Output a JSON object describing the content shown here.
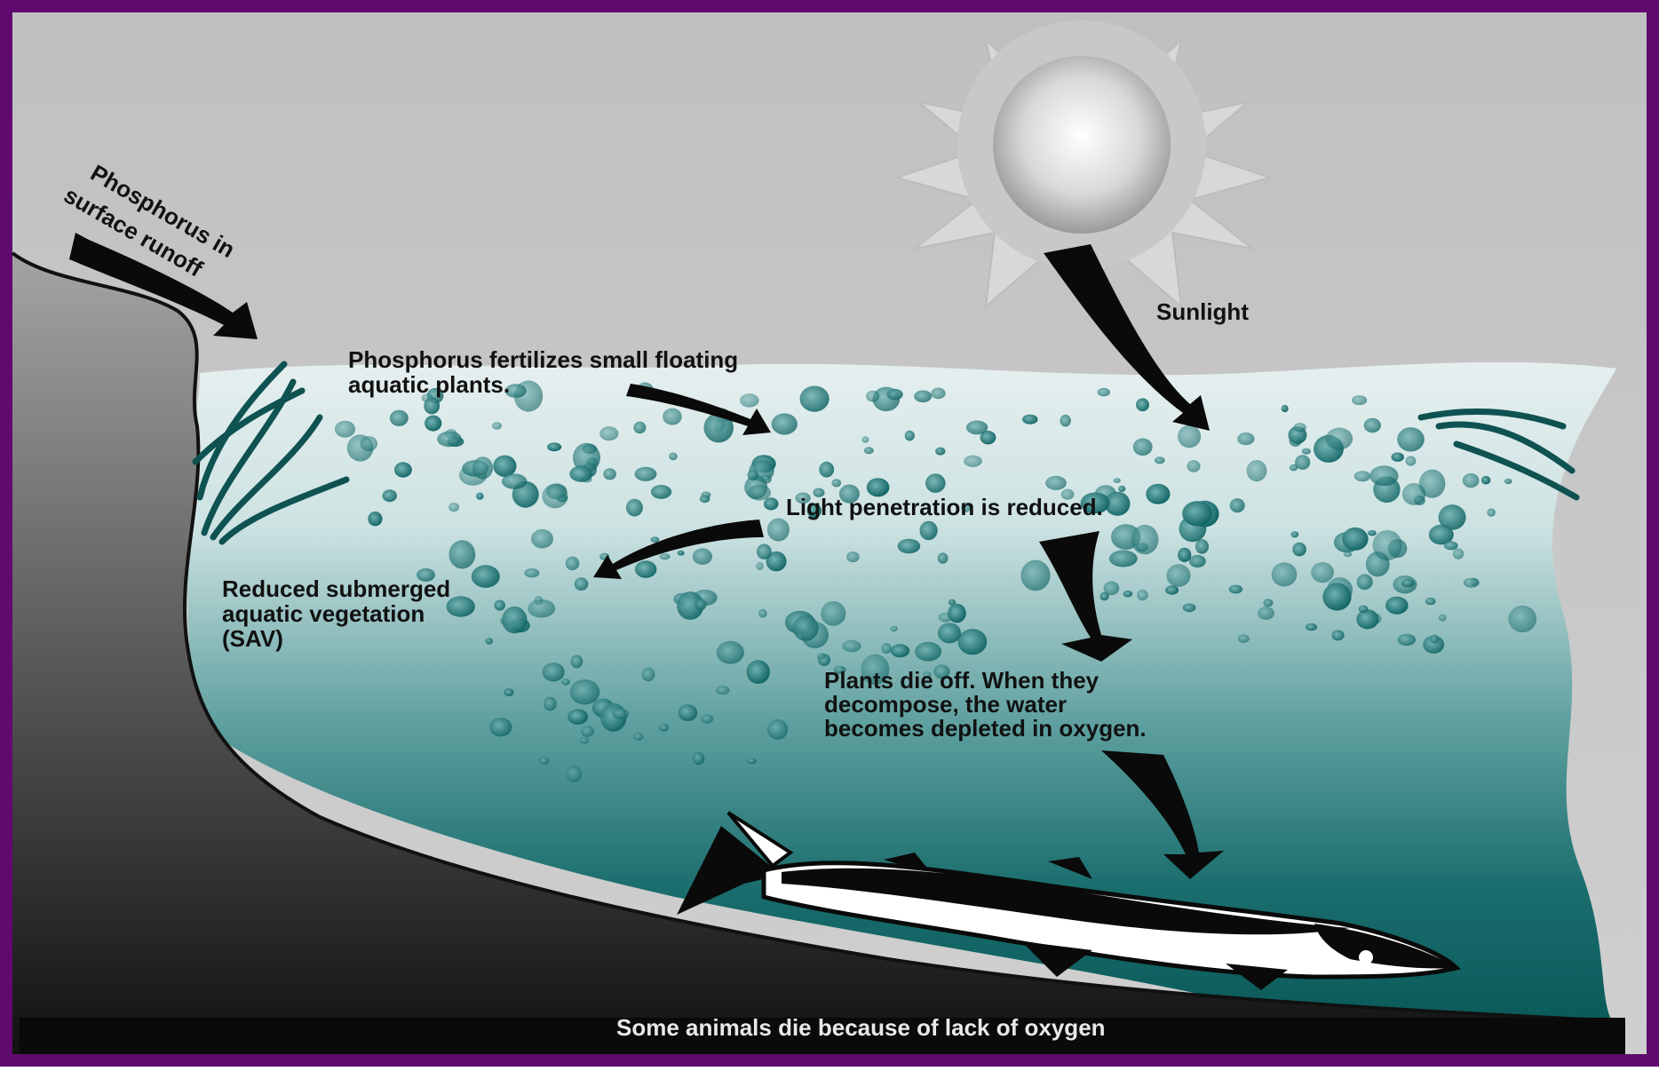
{
  "diagram": {
    "labels": {
      "runoff_line1": "Phosphorus in",
      "runoff_line2": "surface runoff",
      "sunlight": "Sunlight",
      "fertilizes_line1": "Phosphorus fertilizes small floating",
      "fertilizes_line2": "aquatic plants.",
      "light_reduced": "Light penetration is reduced.",
      "sav_line1": "Reduced submerged",
      "sav_line2": "aquatic vegetation",
      "sav_line3": "(SAV)",
      "die_off_line1": "Plants die off. When they",
      "die_off_line2": "decompose, the water",
      "die_off_line3": "becomes depleted in oxygen.",
      "animals_die": "Some animals die because of lack of oxygen"
    },
    "colors": {
      "frame": "#5e0a6e",
      "sky": "#c4c4c4",
      "water_top": "#e4eeee",
      "water_deep": "#0e5f5f",
      "plankton": "#1f7a7a",
      "shore_light": "#8c8c8c",
      "shore_dark": "#151515",
      "arrow": "#0a0a0a",
      "fish_body": "#ffffff",
      "fish_dark": "#0a0a0a"
    },
    "icons": {
      "sun": "sun-icon",
      "fish": "dead-fish-icon",
      "seaweed": "seaweed-icon"
    }
  }
}
